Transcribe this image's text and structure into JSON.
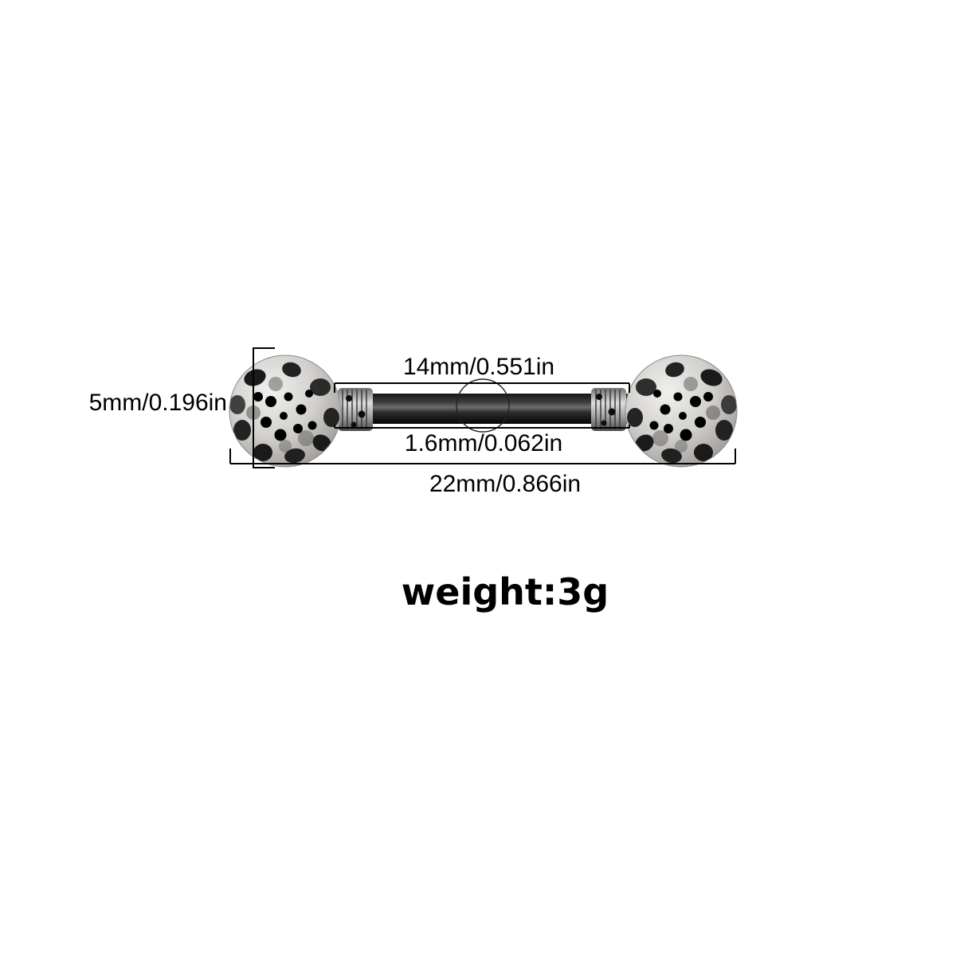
{
  "page": {
    "background": "#ffffff"
  },
  "diagram": {
    "labels": {
      "bar_length": "14mm/0.551in",
      "bar_thickness": "1.6mm/0.062in",
      "ball_diameter": "5mm/0.196in",
      "total_length": "22mm/0.866in"
    },
    "weight_label": "weight:3g",
    "colors": {
      "text": "#000000",
      "dimension_line": "#000000",
      "bar": "#111111",
      "ball_base": "#c9c7c4",
      "speckle": "#111111"
    }
  }
}
